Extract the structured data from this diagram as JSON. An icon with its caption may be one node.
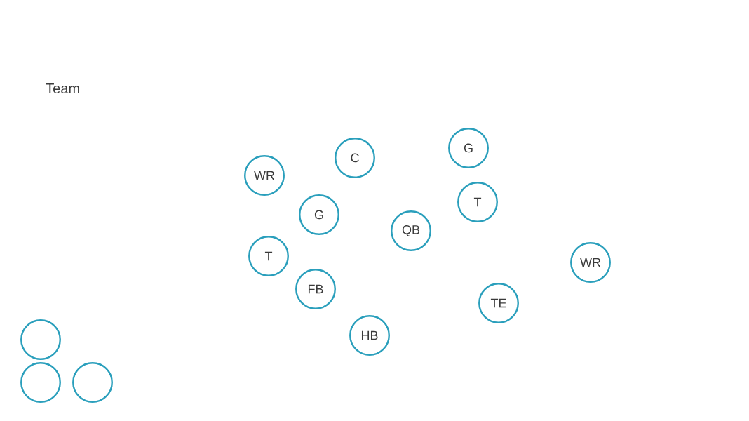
{
  "diagram": {
    "title": "Team",
    "nodes": [
      {
        "text": [
          "G"
        ]
      },
      {
        "text": [
          "C"
        ]
      },
      {
        "text": [
          "WR"
        ]
      },
      {
        "text": [
          "T"
        ]
      },
      {
        "text": [
          "G"
        ]
      },
      {
        "text": [
          "QB"
        ]
      },
      {
        "text": [
          "T"
        ]
      },
      {
        "text": [
          "WR"
        ]
      },
      {
        "text": [
          "FB"
        ]
      },
      {
        "text": [
          "TE"
        ]
      },
      {
        "text": [
          "HB"
        ]
      },
      {
        "text": [],
        "shape": "circle"
      },
      {
        "text": [],
        "shape": "circle"
      },
      {
        "text": [],
        "shape": "circle"
      }
    ]
  }
}
